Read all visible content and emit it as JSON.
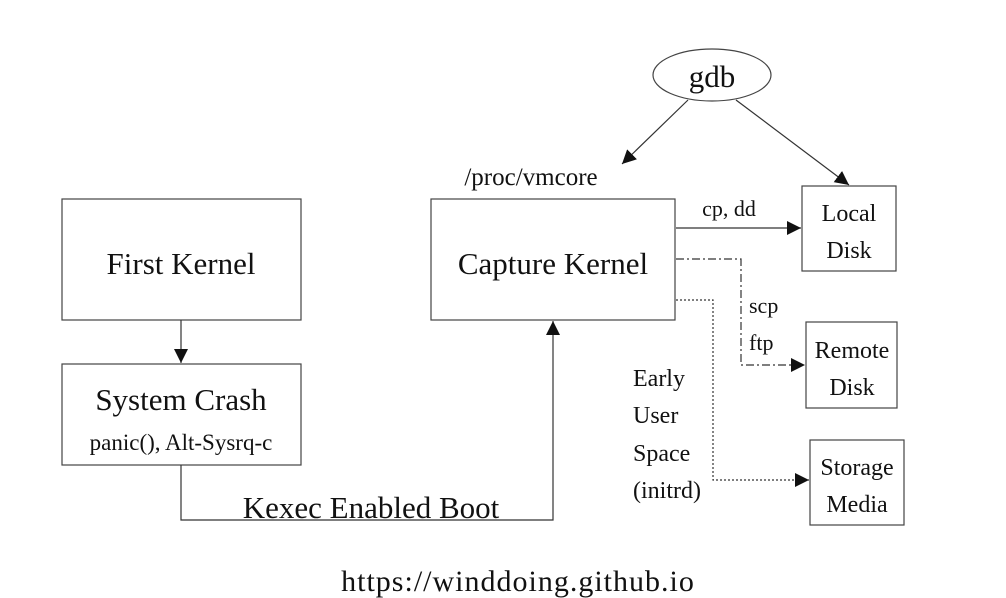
{
  "nodes": {
    "first_kernel": "First Kernel",
    "system_crash": {
      "title": "System Crash",
      "subtitle": "panic(), Alt-Sysrq-c"
    },
    "capture_kernel": "Capture Kernel",
    "gdb": "gdb",
    "vmcore": "/proc/vmcore",
    "local_disk": [
      "Local",
      "Disk"
    ],
    "remote_disk": [
      "Remote",
      "Disk"
    ],
    "storage_media": [
      "Storage",
      "Media"
    ]
  },
  "edges": {
    "kexec": "Kexec Enabled Boot",
    "cp_dd": "cp, dd",
    "scp": "scp",
    "ftp": "ftp",
    "early_user_space": [
      "Early",
      "User",
      "Space",
      "(initrd)"
    ]
  },
  "watermark": "https://winddoing.github.io",
  "colors": {
    "line": "#333333",
    "box_border": "#444444",
    "watermark": "#e3e3e3"
  }
}
